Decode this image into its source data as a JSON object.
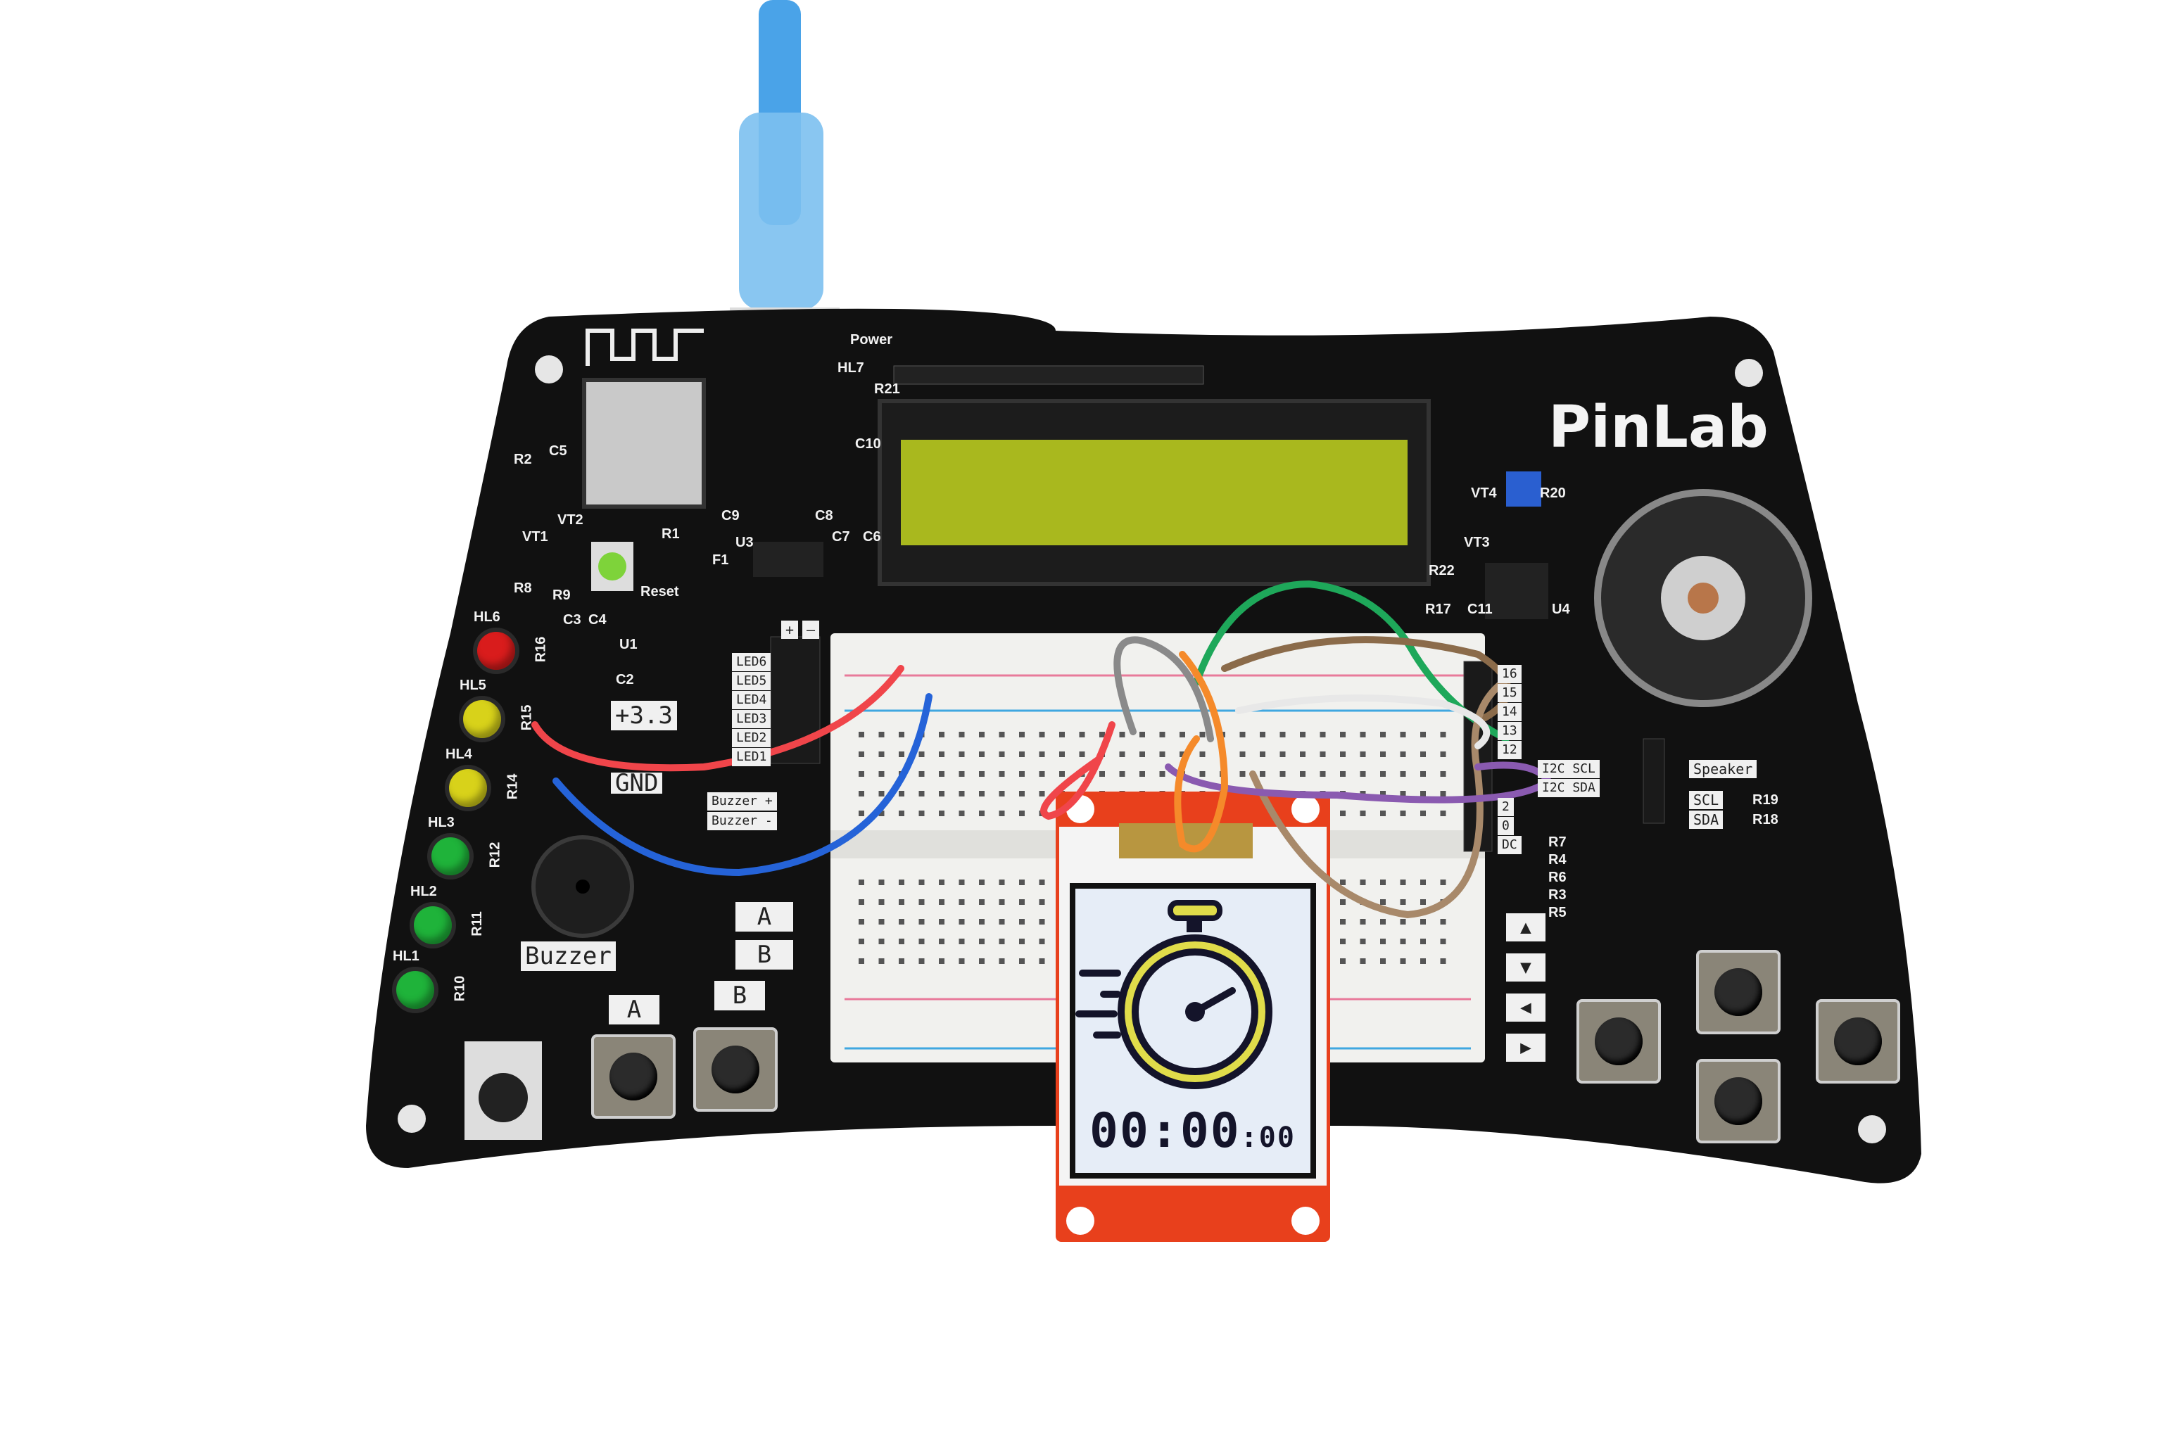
{
  "logo": {
    "text": "PinLab"
  },
  "display": {
    "timer_main": "00:00",
    "timer_sep": ":",
    "timer_small": "00"
  },
  "power_labels": {
    "plus": "+3.3",
    "gnd": "GND"
  },
  "led_header": [
    "LED6",
    "LED5",
    "LED4",
    "LED3",
    "LED2",
    "LED1"
  ],
  "rail_labels": {
    "plus": "+",
    "minus": "—"
  },
  "buzzer_header": [
    "Buzzer +",
    "Buzzer -"
  ],
  "buzzer_label": "Buzzer",
  "ab_labels": [
    "A",
    "B"
  ],
  "button_labels": {
    "a": "A",
    "b": "B"
  },
  "right_header": [
    "16",
    "15",
    "14",
    "13",
    "12",
    "I2C SCL",
    "I2C SDA",
    "2",
    "0",
    "DC"
  ],
  "arrow_labels": [
    "▲",
    "▼",
    "◀",
    "▶"
  ],
  "speaker_header": [
    "Speaker",
    "SCL",
    "SDA"
  ],
  "resistors_right": [
    "R19",
    "R18"
  ],
  "resistors_list": [
    "R7",
    "R4",
    "R6",
    "R3",
    "R5"
  ],
  "leds": [
    {
      "label": "HL6",
      "color": "#d91c1c"
    },
    {
      "label": "HL5",
      "color": "#d8d21a"
    },
    {
      "label": "HL4",
      "color": "#d8d21a"
    },
    {
      "label": "HL3",
      "color": "#1fb33a"
    },
    {
      "label": "HL2",
      "color": "#1fb33a"
    },
    {
      "label": "HL1",
      "color": "#1fb33a"
    }
  ],
  "led_resistors": [
    "R16",
    "R15",
    "R14",
    "R12",
    "R11",
    "R10"
  ],
  "silkscreen": {
    "power": "Power",
    "hl7": "HL7",
    "r21": "R21",
    "c10": "C10",
    "c9": "C9",
    "c8": "C8",
    "u3": "U3",
    "f1": "F1",
    "c7": "C7",
    "c6": "C6",
    "reset": "Reset",
    "vt1": "VT1",
    "vt2": "VT2",
    "r1": "R1",
    "r2": "R2",
    "c5": "C5",
    "r8": "R8",
    "r9": "R9",
    "u1": "U1",
    "c3": "C3",
    "c4": "C4",
    "c2": "C2",
    "vt4": "VT4",
    "r20": "R20",
    "vt3": "VT3",
    "r22": "R22",
    "r17": "R17",
    "c11": "C11",
    "u4": "U4"
  },
  "colors": {
    "board": "#111111",
    "lcd": "#a9b81e",
    "tft_pcb": "#e8401c",
    "cable": "#4aa3e8"
  }
}
